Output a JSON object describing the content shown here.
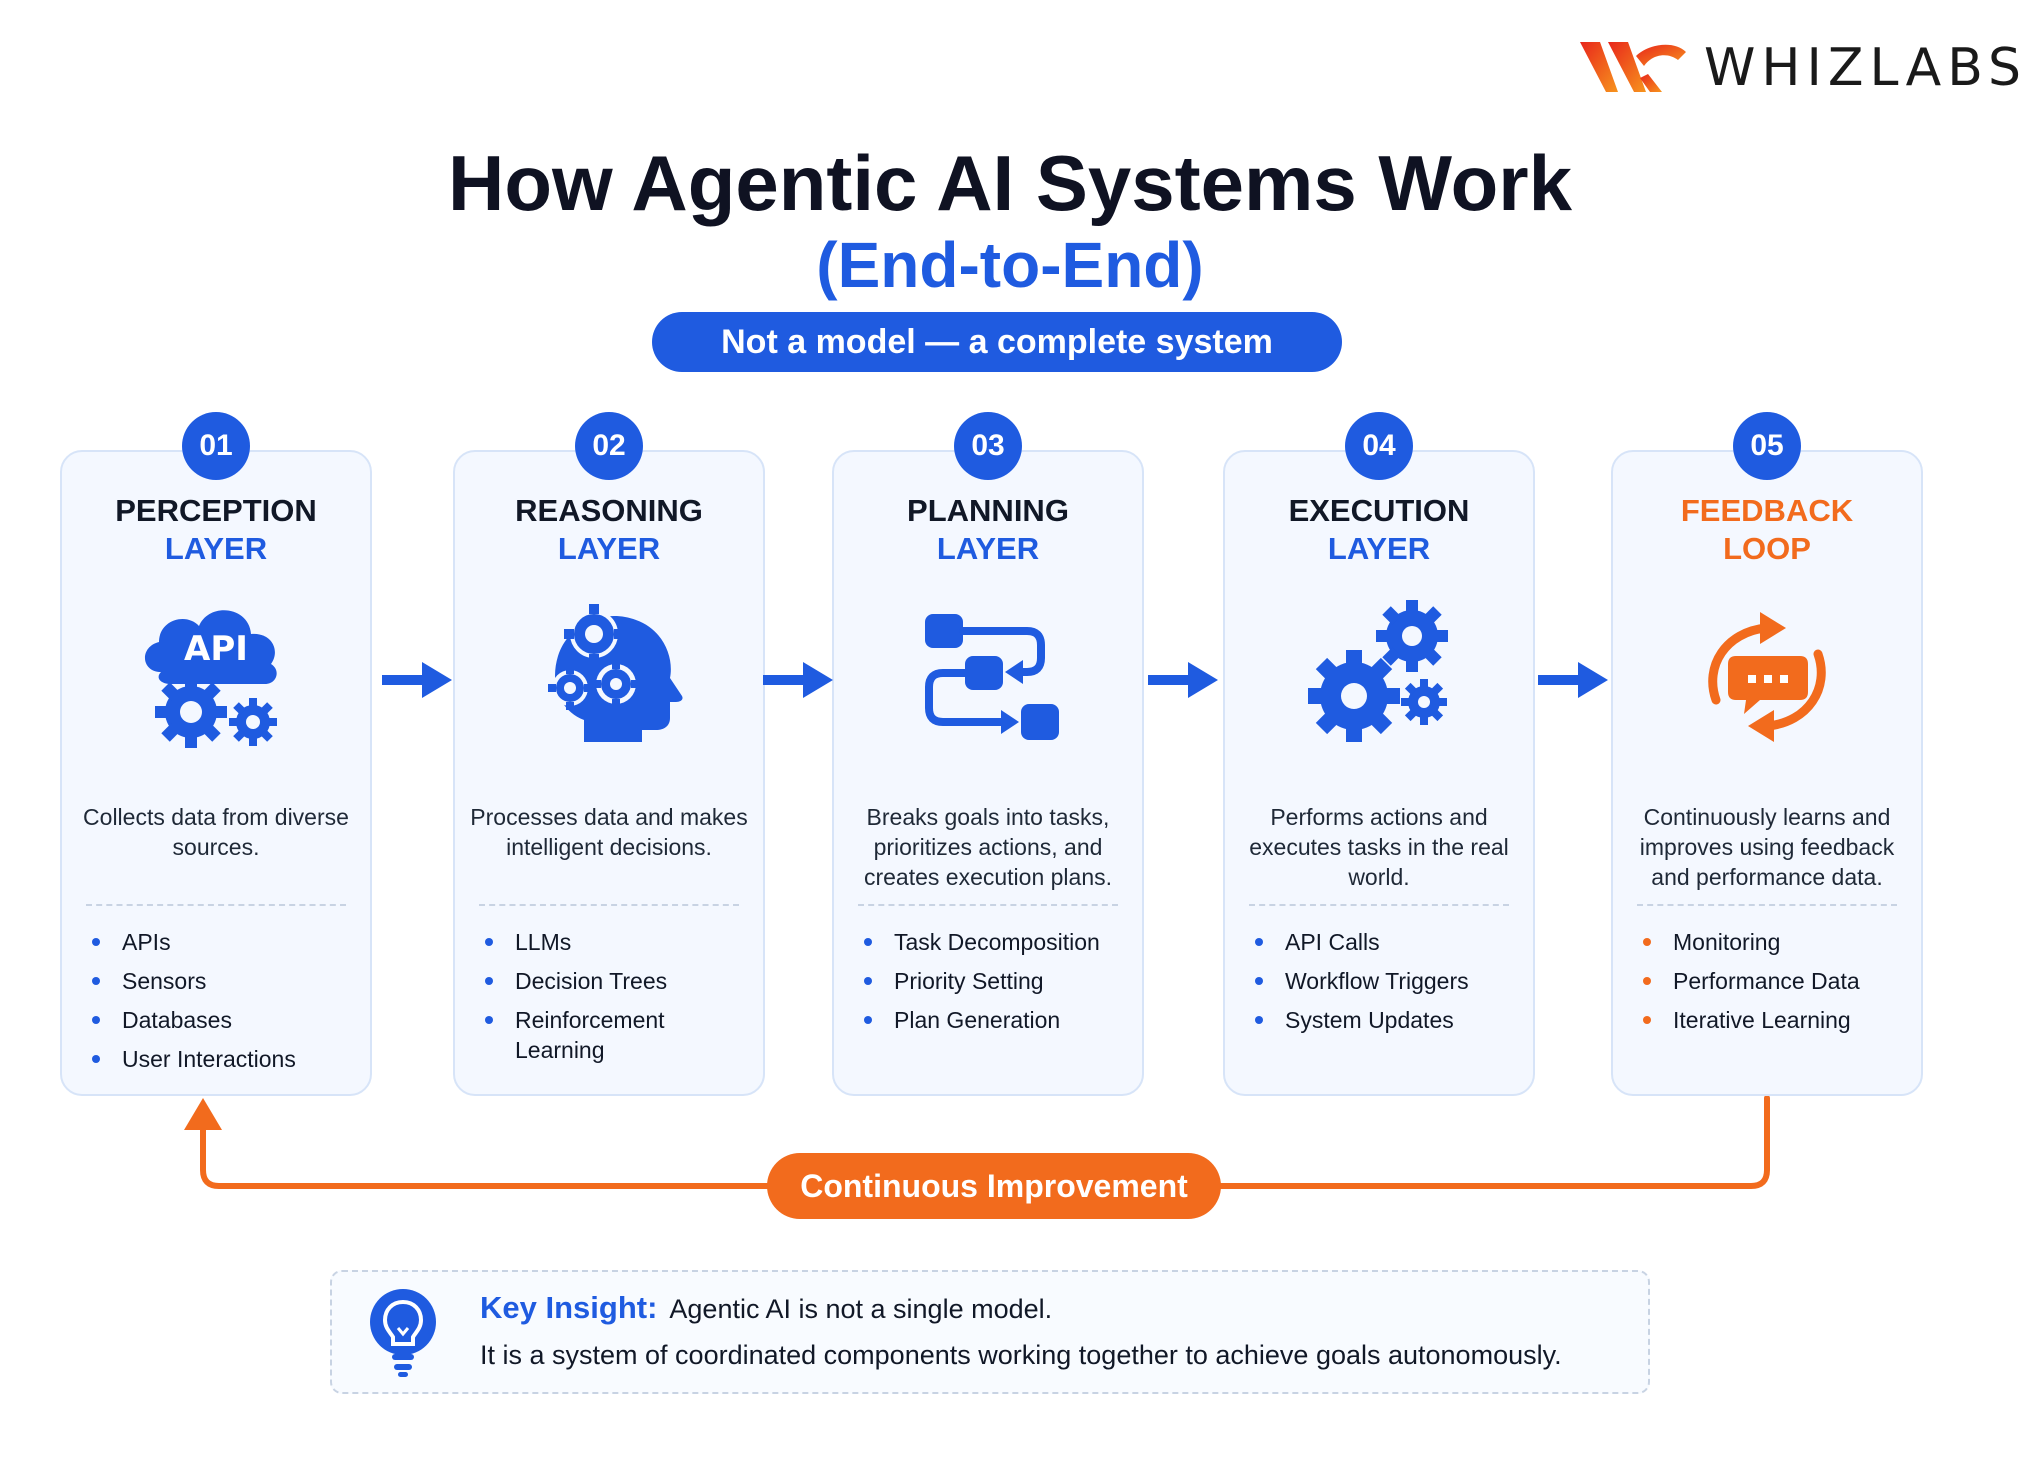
{
  "brand": {
    "logo_text": "WHIZLABS"
  },
  "header": {
    "title": "How Agentic AI Systems Work",
    "subtitle": "(End-to-End)",
    "tagline": "Not a model — a complete system"
  },
  "colors": {
    "primary_blue": "#1f5be0",
    "accent_orange": "#f26b1d",
    "card_bg": "#f4f8ff"
  },
  "steps": [
    {
      "number": "01",
      "title_line1": "PERCEPTION",
      "title_line2": "LAYER",
      "icon": "api-cloud-gears-icon",
      "icon_label": "API",
      "description": "Collects data from diverse sources.",
      "items": [
        "APIs",
        "Sensors",
        "Databases",
        "User Interactions"
      ]
    },
    {
      "number": "02",
      "title_line1": "REASONING",
      "title_line2": "LAYER",
      "icon": "head-gears-icon",
      "description": "Processes data and makes intelligent decisions.",
      "items": [
        "LLMs",
        "Decision Trees",
        "Reinforcement Learning"
      ]
    },
    {
      "number": "03",
      "title_line1": "PLANNING",
      "title_line2": "LAYER",
      "icon": "flowchart-icon",
      "description": "Breaks goals into tasks, prioritizes actions, and creates execution plans.",
      "items": [
        "Task Decomposition",
        "Priority Setting",
        "Plan Generation"
      ]
    },
    {
      "number": "04",
      "title_line1": "EXECUTION",
      "title_line2": "LAYER",
      "icon": "gears-icon",
      "description": "Performs actions and executes tasks in the real world.",
      "items": [
        "API Calls",
        "Workflow Triggers",
        "System Updates"
      ]
    },
    {
      "number": "05",
      "title_line1": "FEEDBACK",
      "title_line2": "LOOP",
      "icon": "feedback-cycle-icon",
      "description": "Continuously learns and improves using feedback and performance data.",
      "items": [
        "Monitoring",
        "Performance Data",
        "Iterative Learning"
      ]
    }
  ],
  "loop_label": "Continuous Improvement",
  "insight": {
    "key_label": "Key Insight:",
    "line1": "Agentic AI is not a single model.",
    "line2": "It is a system of coordinated components working together to achieve goals autonomously."
  }
}
